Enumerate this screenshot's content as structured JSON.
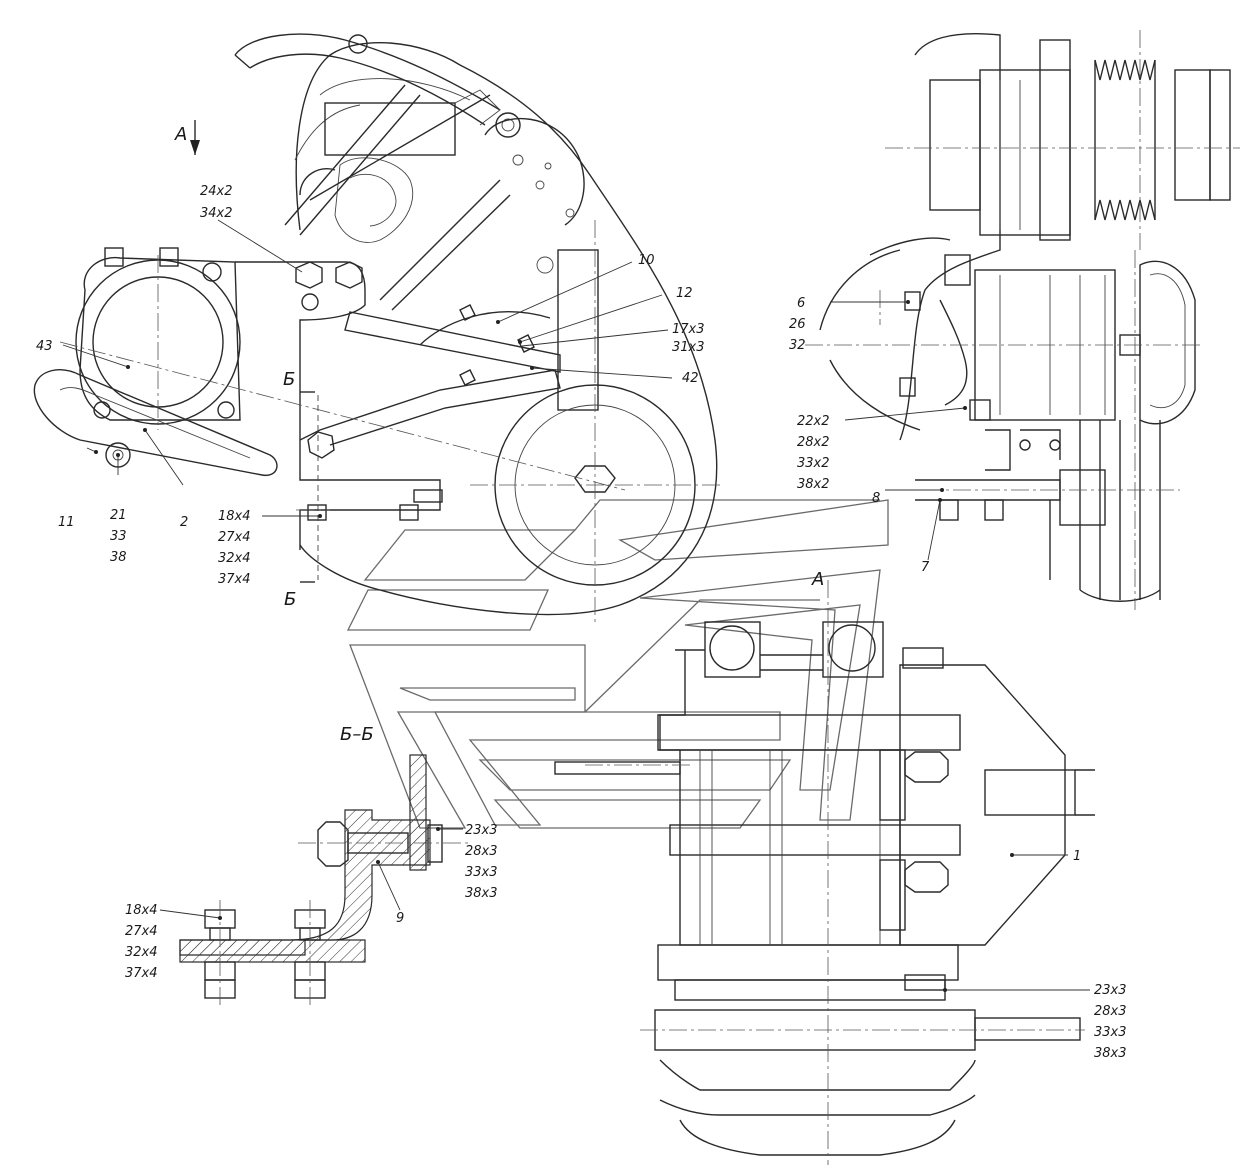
{
  "sections": {
    "view_a_top": "А",
    "view_a_bottom": "А",
    "cut_bb_top": "Б",
    "cut_bb_bottom": "Б",
    "section_bb_title": "Б–Б"
  },
  "callouts": {
    "c24x2": "24x2",
    "c34x2": "34x2",
    "c43": "43",
    "c11": "11",
    "c21": "21",
    "c33a": "33",
    "c38a": "38",
    "c2": "2",
    "c10": "10",
    "c12": "12",
    "c17x3": "17x3",
    "c31x3": "31x3",
    "c42": "42",
    "c18x4a": "18x4",
    "c27x4a": "27x4",
    "c32x4a": "32x4",
    "c37x4a": "37x4",
    "c6": "6",
    "c26": "26",
    "c32": "32",
    "c22x2": "22x2",
    "c28x2": "28x2",
    "c33x2": "33x2",
    "c38x2": "38x2",
    "c8": "8",
    "c7": "7",
    "c23x3a": "23x3",
    "c28x3a": "28x3",
    "c33x3a": "33x3",
    "c38x3a": "38x3",
    "c9": "9",
    "c18x4b": "18x4",
    "c27x4b": "27x4",
    "c32x4b": "32x4",
    "c37x4b": "37x4",
    "c1": "1",
    "c23x3b": "23x3",
    "c28x3b": "28x3",
    "c33x3b": "33x3",
    "c38x3b": "38x3"
  }
}
